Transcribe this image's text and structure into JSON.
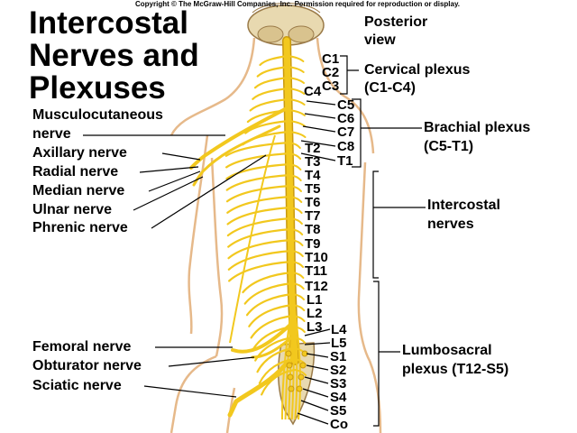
{
  "copyright": "Copyright © The McGraw-Hill Companies, Inc. Permission required for reproduction or display.",
  "title_lines": [
    "Intercostal",
    "Nerves and",
    "Plexuses"
  ],
  "view_lines": [
    "Posterior",
    "view"
  ],
  "nerve_labels": {
    "musculocutaneous": [
      "Musculocutaneous",
      "nerve"
    ],
    "axillary": "Axillary nerve",
    "radial": "Radial nerve",
    "median": "Median nerve",
    "ulnar": "Ulnar nerve",
    "phrenic": "Phrenic nerve",
    "femoral": "Femoral nerve",
    "obturator": "Obturator nerve",
    "sciatic": "Sciatic nerve"
  },
  "segments": {
    "cervical": [
      "C1",
      "C2",
      "C3",
      "C4",
      "C5",
      "C6",
      "C7",
      "C8"
    ],
    "thoracic": [
      "T1",
      "T2",
      "T3",
      "T4",
      "T5",
      "T6",
      "T7",
      "T8",
      "T9",
      "T10",
      "T11",
      "T12"
    ],
    "lumbar": [
      "L1",
      "L2",
      "L3",
      "L4",
      "L5"
    ],
    "sacral": [
      "S1",
      "S2",
      "S3",
      "S4",
      "S5"
    ],
    "coccygeal": "Co"
  },
  "groups": {
    "cervical_plexus": [
      "Cervical plexus",
      "(C1-C4)"
    ],
    "brachial_plexus": [
      "Brachial plexus",
      "(C5-T1)"
    ],
    "intercostal": [
      "Intercostal",
      "nerves"
    ],
    "lumbosacral": [
      "Lumbosacral",
      "plexus (T12-S5)"
    ]
  },
  "colors": {
    "nerve": "#f2c81e",
    "nerve_edge": "#c99a10",
    "skin_outline": "#e6b98a",
    "bone": "#e8d9b0",
    "bone_edge": "#9a7a48",
    "text": "#000000"
  }
}
